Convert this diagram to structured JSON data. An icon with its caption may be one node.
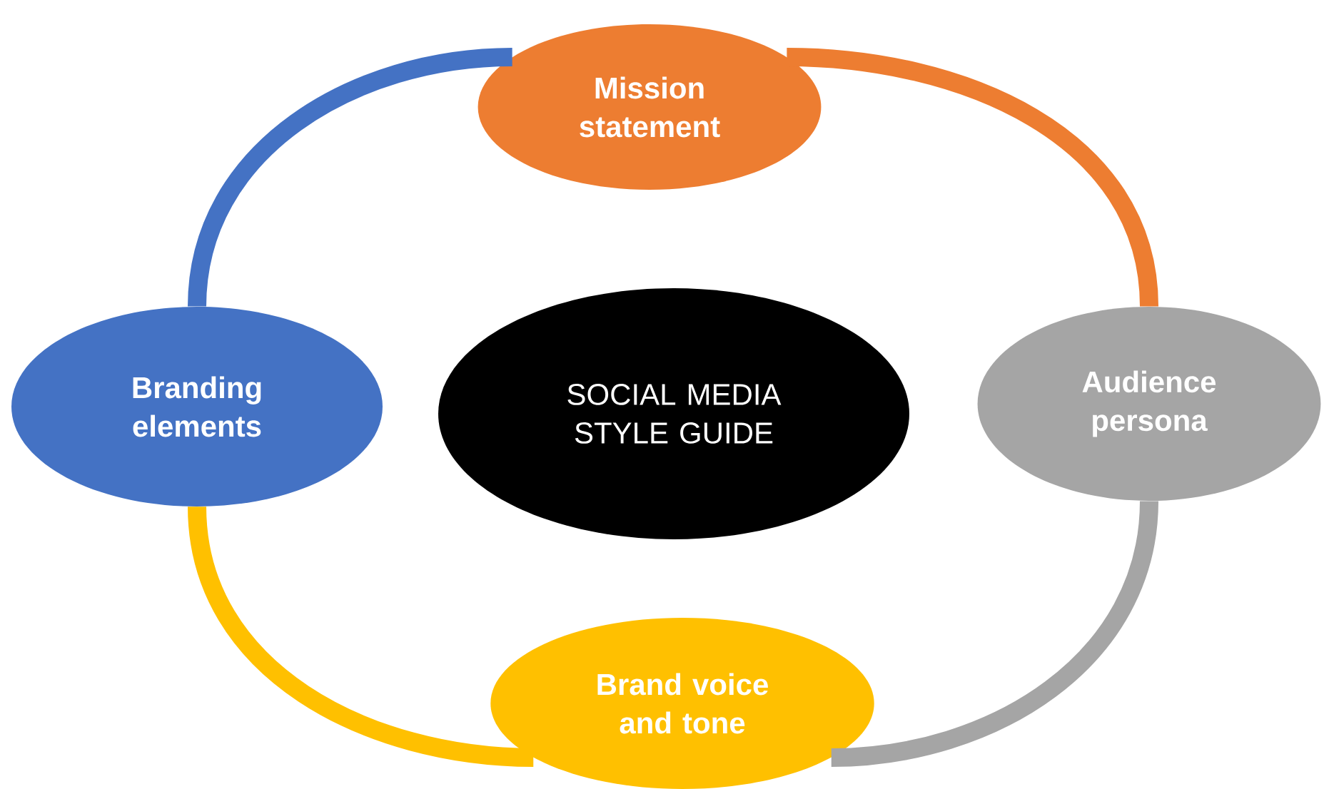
{
  "diagram": {
    "nodes": [
      {
        "text": [
          "SOCIAL MEDIA STYLE GUIDE"
        ]
      },
      {
        "text": [
          "Mission statement"
        ]
      },
      {
        "text": [
          "Audience persona"
        ]
      },
      {
        "text": [
          "Brand voice and tone"
        ]
      },
      {
        "text": [
          "Branding elements"
        ]
      }
    ],
    "edges": [
      {
        "from": 4,
        "to": 1,
        "arrow": "none",
        "color": "#4472c4"
      },
      {
        "from": 1,
        "to": 2,
        "arrow": "none",
        "color": "#ed7d31"
      },
      {
        "from": 2,
        "to": 3,
        "arrow": "none",
        "color": "#a5a5a5"
      },
      {
        "from": 3,
        "to": 4,
        "arrow": "none",
        "color": "#ffc000"
      }
    ]
  }
}
